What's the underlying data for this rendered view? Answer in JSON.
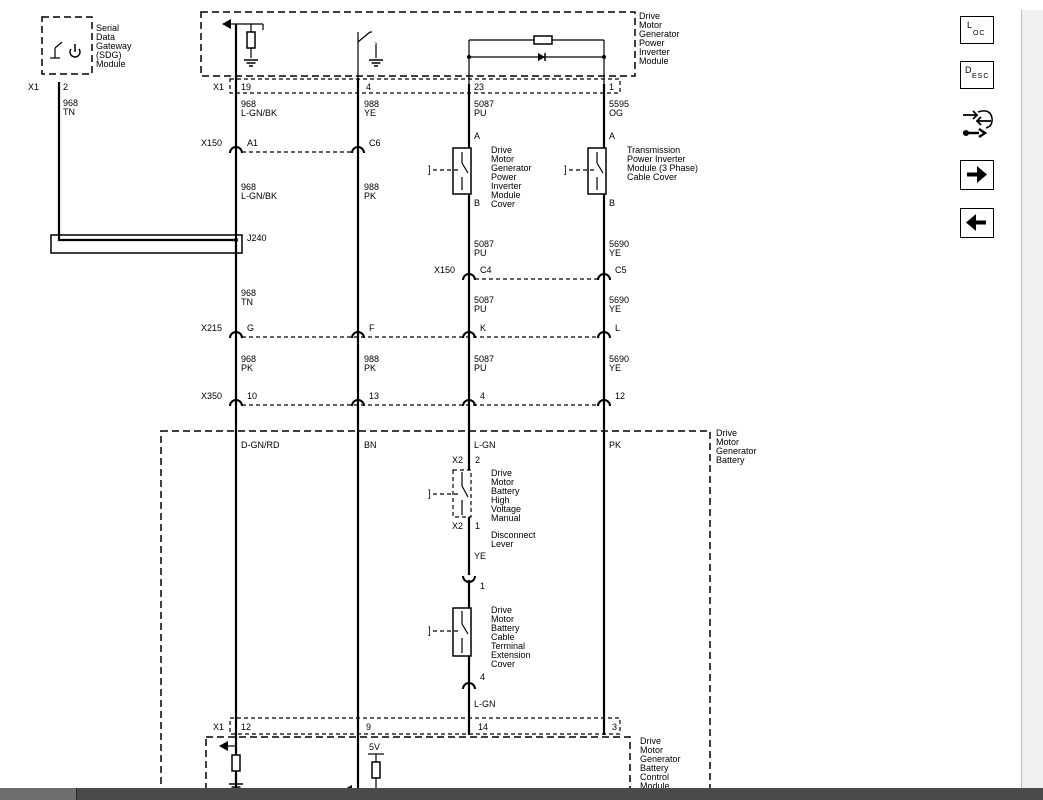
{
  "modules": {
    "sdg": [
      "Serial",
      "Data",
      "Gateway",
      "(SDG)",
      "Module"
    ],
    "pim": [
      "Drive",
      "Motor",
      "Generator",
      "Power",
      "Inverter",
      "Module"
    ],
    "battery": [
      "Drive",
      "Motor",
      "Generator",
      "Battery"
    ],
    "bcm": [
      "Drive",
      "Motor",
      "Generator",
      "Battery",
      "Control",
      "Module"
    ]
  },
  "switches": {
    "pim_cover": [
      "Drive",
      "Motor",
      "Generator",
      "Power",
      "Inverter",
      "Module",
      "Cover"
    ],
    "trans_cover": [
      "Transmission",
      "Power Inverter",
      "Module (3 Phase)",
      "Cable Cover"
    ],
    "disconnect": [
      "Drive",
      "Motor",
      "Battery",
      "High",
      "Voltage",
      "Manual",
      "Disconnect",
      "Lever"
    ],
    "cable_ext": [
      "Drive",
      "Motor",
      "Battery",
      "Cable",
      "Terminal",
      "Extension",
      "Cover"
    ]
  },
  "connectors": {
    "x1": "X1",
    "x150": "X150",
    "x215": "X215",
    "x350": "X350",
    "x2": "X2",
    "j240": "J240"
  },
  "pins": {
    "sdg": "2",
    "x1_a": "19",
    "x1_b": "4",
    "x1_c": "23",
    "x1_d": "1",
    "x150_a": "A1",
    "x150_b": "C6",
    "sw_a1": "A",
    "sw_b1": "B",
    "sw_a2": "A",
    "sw_b2": "B",
    "x150_c": "C4",
    "x150_d": "C5",
    "x215_a": "G",
    "x215_b": "F",
    "x215_c": "K",
    "x215_d": "L",
    "x350_a": "10",
    "x350_b": "13",
    "x350_c": "4",
    "x350_d": "12",
    "x2_top": "2",
    "x2_bot": "1",
    "ext_top": "1",
    "ext_bot": "4",
    "bot_a": "12",
    "bot_b": "9",
    "bot_c": "14",
    "bot_d": "3"
  },
  "wires": {
    "sdg": [
      "968",
      "TN"
    ],
    "a1": [
      "968",
      "L-GN/BK"
    ],
    "b1": [
      "988",
      "YE"
    ],
    "c1": [
      "5087",
      "PU"
    ],
    "d1": [
      "5595",
      "OG"
    ],
    "a2": [
      "968",
      "L-GN/BK"
    ],
    "b2": [
      "988",
      "PK"
    ],
    "c2": [
      "5087",
      "PU"
    ],
    "d2": [
      "5690",
      "YE"
    ],
    "a3": [
      "968",
      "TN"
    ],
    "c3": [
      "5087",
      "PU"
    ],
    "d3": [
      "5690",
      "YE"
    ],
    "a4": [
      "968",
      "PK"
    ],
    "b4": [
      "988",
      "PK"
    ],
    "c4": [
      "5087",
      "PU"
    ],
    "d4": [
      "5690",
      "YE"
    ],
    "a5": "D-GN/RD",
    "b5": "BN",
    "c5": "L-GN",
    "d5": "PK",
    "c6": "YE",
    "c7": "L-GN"
  },
  "voltage": "5V",
  "nav": {
    "loc": {
      "big": "L",
      "small": "OC"
    },
    "desc": {
      "big": "D",
      "small": "ESC"
    }
  }
}
